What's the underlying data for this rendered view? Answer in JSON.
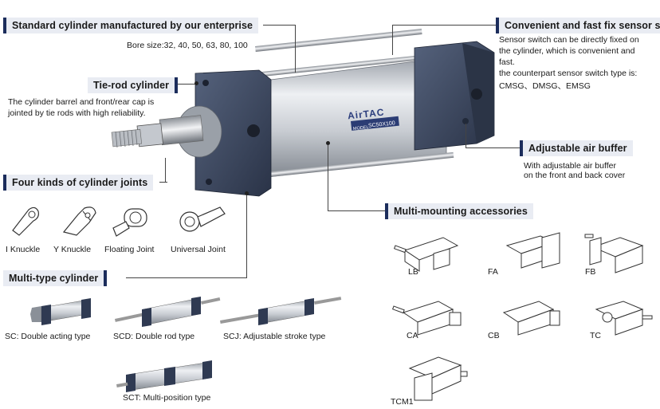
{
  "headers": {
    "standard": "Standard cylinder manufactured by our enterprise",
    "tie_rod": "Tie-rod cylinder",
    "joints": "Four kinds of cylinder joints",
    "multi_type": "Multi-type cylinder",
    "sensor": "Convenient and fast fix sensor switch",
    "buffer": "Adjustable air buffer",
    "mounting": "Multi-mounting accessories"
  },
  "descriptions": {
    "bore_size": "Bore size:32, 40, 50, 63, 80, 100",
    "tie_rod_1": "The cylinder barrel and front/rear cap is",
    "tie_rod_2": "jointed by tie rods with high reliability.",
    "sensor_1": "Sensor switch can be directly fixed on",
    "sensor_2": "the cylinder, which is convenient and",
    "sensor_3": "fast.",
    "sensor_4": "the counterpart sensor switch type is:",
    "sensor_5": "CMSG、DMSG、EMSG",
    "buffer_1": "With adjustable air buffer",
    "buffer_2": "on the front and back cover"
  },
  "product_marking": {
    "brand": "AirTAC",
    "model_tag": "MODEL",
    "model": "SC50X100"
  },
  "joints": [
    "I Knuckle",
    "Y Knuckle",
    "Floating Joint",
    "Universal Joint"
  ],
  "cylinder_types": [
    "SC: Double acting type",
    "SCD: Double rod type",
    "SCJ: Adjustable stroke type",
    "SCT: Multi-position type"
  ],
  "mountings": [
    "LB",
    "FA",
    "FB",
    "CA",
    "CB",
    "TC",
    "TCM1"
  ],
  "colors": {
    "header_bg": "#e9ecf3",
    "accent": "#1c2d5c",
    "cap_blue": "#3b4760",
    "barrel": "#c8ccd2"
  }
}
